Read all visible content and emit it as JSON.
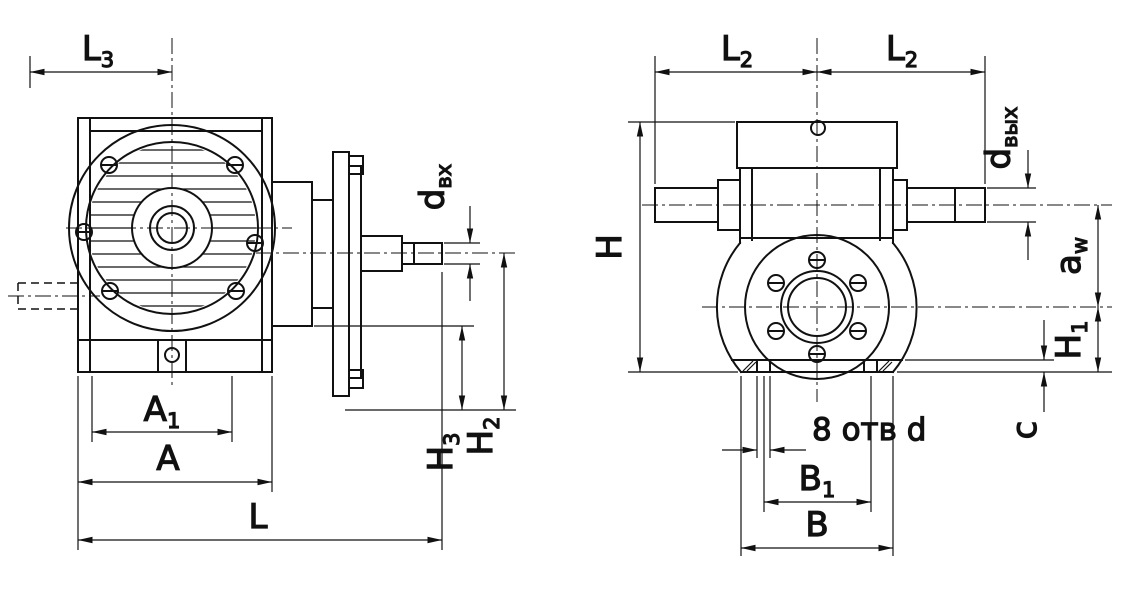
{
  "meta": {
    "line_color": "#111111",
    "background": "#ffffff"
  },
  "front_view": {
    "dims": {
      "L3": {
        "base": "L",
        "sub": "3"
      },
      "d_in": {
        "base": "d",
        "sub": "вх"
      },
      "H2": {
        "base": "H",
        "sub": "2"
      },
      "H3": {
        "base": "H",
        "sub": "3"
      },
      "A1": {
        "base": "A",
        "sub": "1"
      },
      "A": {
        "base": "A"
      },
      "L": {
        "base": "L"
      }
    }
  },
  "side_view": {
    "dims": {
      "L2_left": {
        "base": "L",
        "sub": "2"
      },
      "L2_right": {
        "base": "L",
        "sub": "2"
      },
      "d_out": {
        "base": "d",
        "sub": "вых"
      },
      "H": {
        "base": "H"
      },
      "aw": {
        "base": "a",
        "sub": "w"
      },
      "H1": {
        "base": "H",
        "sub": "1"
      },
      "c": {
        "base": "c"
      },
      "holes_note": {
        "base": "8 отв d"
      },
      "B1": {
        "base": "B",
        "sub": "1"
      },
      "B": {
        "base": "B"
      }
    }
  }
}
